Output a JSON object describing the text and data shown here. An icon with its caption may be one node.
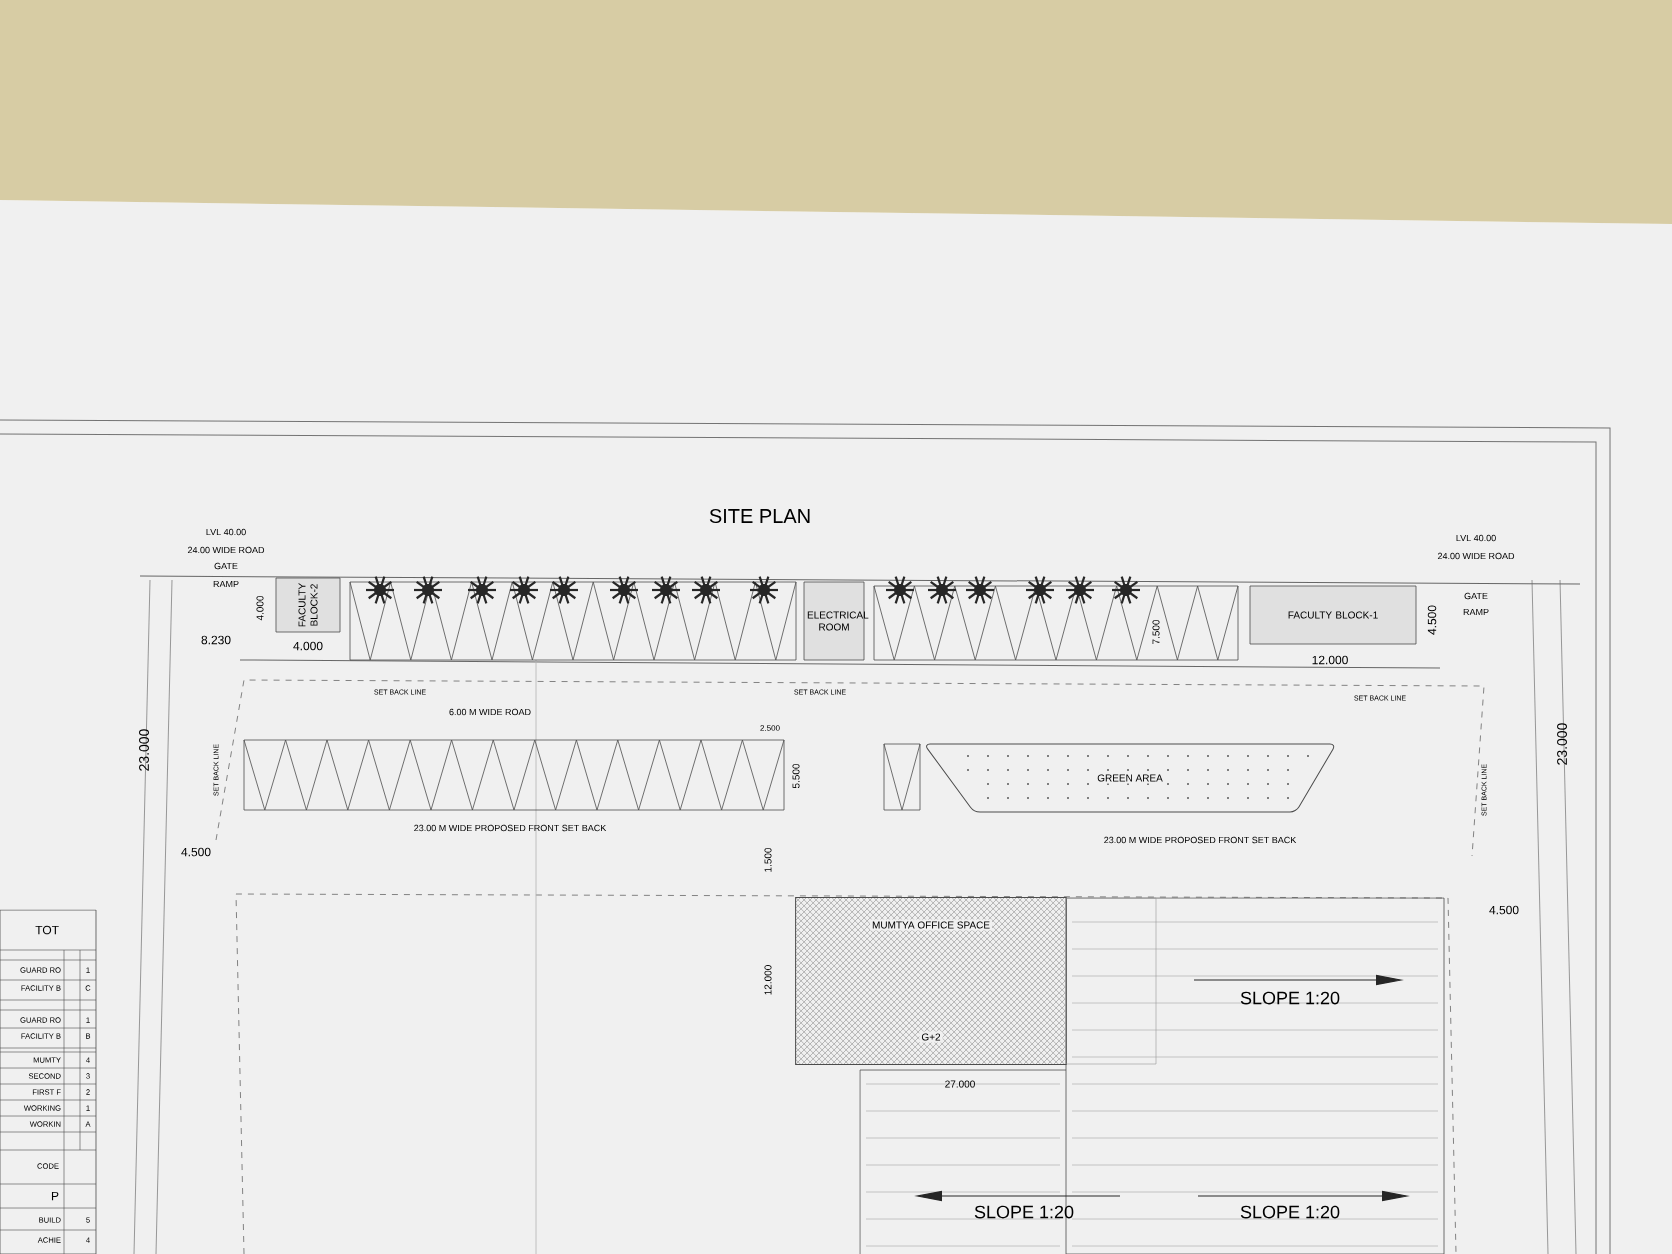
{
  "diagram": {
    "title": "SITE PLAN",
    "nodes": [
      {
        "text": [
          "FACULTY BLOCK-2"
        ]
      },
      {
        "text": [
          "ELECTRICAL ROOM"
        ]
      },
      {
        "text": [
          "FACULTY BLOCK-1"
        ]
      },
      {
        "text": [
          "GREEN AREA"
        ]
      },
      {
        "text": [
          "MUMTYA OFFICE SPACE",
          "G+2"
        ]
      }
    ],
    "labels": [
      "LVL 40.00",
      "24.00 WIDE ROAD",
      "GATE",
      "RAMP",
      "4.000",
      "8.230",
      "4.000",
      "7.500",
      "12.000",
      "4.500",
      "LVL 40.00",
      "24.00 WIDE ROAD",
      "GATE",
      "RAMP",
      "SET BACK LINE",
      "SET BACK LINE",
      "SET BACK LINE",
      "6.00 M WIDE ROAD",
      "2.500",
      "SET BACK LINE",
      "5.500",
      "23.00 M WIDE PROPOSED FRONT SET BACK",
      "SET BACK LINE",
      "23.00 M WIDE PROPOSED FRONT SET BACK",
      "23.000",
      "23.000",
      "4.500",
      "1.500",
      "4.500",
      "12.000",
      "27.000",
      "SLOPE 1:20",
      "SLOPE 1:20",
      "SLOPE 1:20",
      "TOT",
      "1",
      "GUARD RO",
      "C",
      "FACILITY B",
      "1",
      "GUARD RO",
      "B",
      "FACILITY B",
      "4",
      "MUMTY",
      "3",
      "SECOND",
      "2",
      "FIRST F",
      "1",
      "WORKING",
      "A",
      "WORKIN",
      "CODE",
      "P",
      "5",
      "BUILD",
      "4",
      "ACHIE"
    ]
  }
}
